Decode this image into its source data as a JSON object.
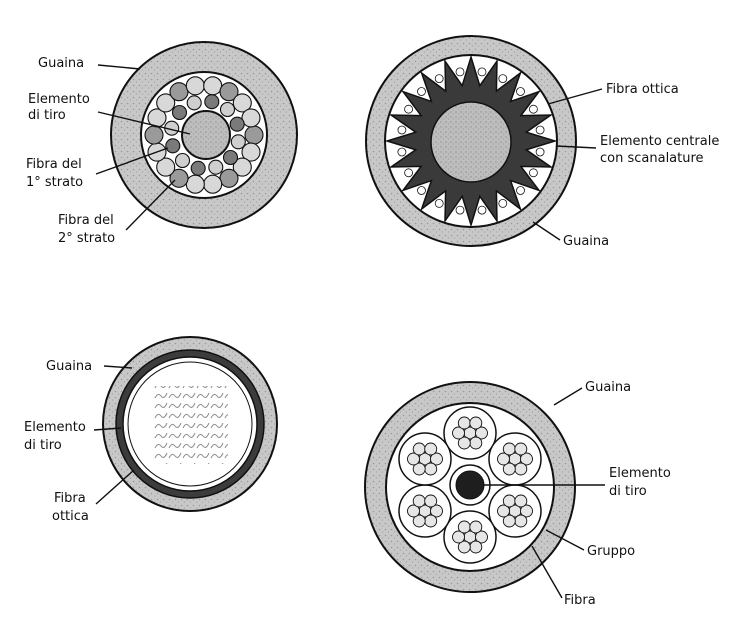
{
  "colors": {
    "ink": "#111111",
    "sheath": "#c4c4c4",
    "paper": "#ffffff",
    "core": "#b9b9b9",
    "dark_band": "#3c3c3c",
    "central_dark": "#1e1e1e"
  },
  "cable_1": {
    "labels": {
      "sheath": "Guaina",
      "pull_line1": "Elemento",
      "pull_line2": "di tiro",
      "layer1_line1": "Fibra del",
      "layer1_line2": "1° strato",
      "layer2_line1": "Fibra del",
      "layer2_line2": "2° strato"
    }
  },
  "cable_2": {
    "labels": {
      "fiber": "Fibra ottica",
      "core_line1": "Elemento centrale",
      "core_line2": "con scanalature",
      "sheath": "Guaina"
    }
  },
  "cable_3": {
    "labels": {
      "sheath": "Guaina",
      "pull_line1": "Elemento",
      "pull_line2": "di tiro",
      "fiber_line1": "Fibra",
      "fiber_line2": "ottica"
    }
  },
  "cable_4": {
    "labels": {
      "sheath": "Guaina",
      "pull_line1": "Elemento",
      "pull_line2": "di tiro",
      "group": "Gruppo",
      "fiber": "Fibra"
    }
  }
}
